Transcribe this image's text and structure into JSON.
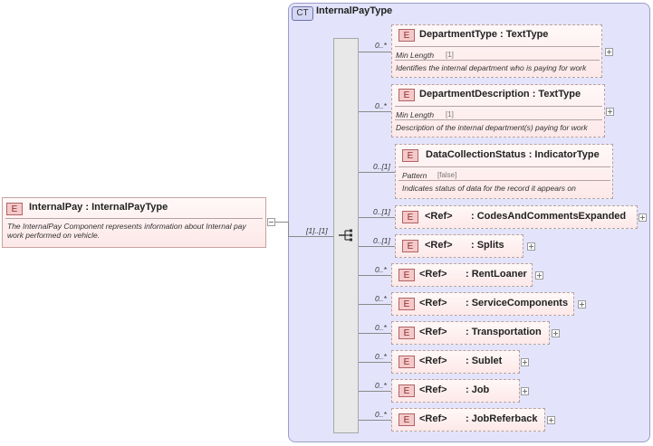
{
  "complex_type": {
    "badge": "CT",
    "name": "InternalPayType"
  },
  "root": {
    "badge": "E",
    "name": "InternalPay",
    "type": ": InternalPayType",
    "description_line1": "The InternalPay Component represents information about Internal pay",
    "description_line2": "work performed on vehicle.",
    "cardinality": "[1]..[1]"
  },
  "elements": [
    {
      "badge": "E",
      "name": "DepartmentType",
      "type": ": TextType",
      "cardinality": "0..*",
      "facet_label": "Min Length",
      "facet_value": "[1]",
      "description": "Identifies the internal department who is paying for work"
    },
    {
      "badge": "E",
      "name": "DepartmentDescription",
      "type": ": TextType",
      "cardinality": "0..*",
      "facet_label": "Min Length",
      "facet_value": "[1]",
      "description": "Description of the internal department(s) paying for work"
    },
    {
      "badge": "E",
      "name": "DataCollectionStatus",
      "type": ": IndicatorType",
      "cardinality": "0..[1]",
      "facet_label": "Pattern",
      "facet_value": "[false]",
      "description": "Indicates status of data for the record it appears on"
    },
    {
      "badge": "E",
      "ref": "<Ref>",
      "name": ": CodesAndCommentsExpanded",
      "cardinality": "0..[1]"
    },
    {
      "badge": "E",
      "ref": "<Ref>",
      "name": ": Splits",
      "cardinality": "0..[1]"
    },
    {
      "badge": "E",
      "ref": "<Ref>",
      "name": ": RentLoaner",
      "cardinality": "0..*"
    },
    {
      "badge": "E",
      "ref": "<Ref>",
      "name": ": ServiceComponents",
      "cardinality": "0..*"
    },
    {
      "badge": "E",
      "ref": "<Ref>",
      "name": ": Transportation",
      "cardinality": "0..*"
    },
    {
      "badge": "E",
      "ref": "<Ref>",
      "name": ": Sublet",
      "cardinality": "0..*"
    },
    {
      "badge": "E",
      "ref": "<Ref>",
      "name": ": Job",
      "cardinality": "0..*"
    },
    {
      "badge": "E",
      "ref": "<Ref>",
      "name": ": JobReferback",
      "cardinality": "0..*"
    }
  ]
}
